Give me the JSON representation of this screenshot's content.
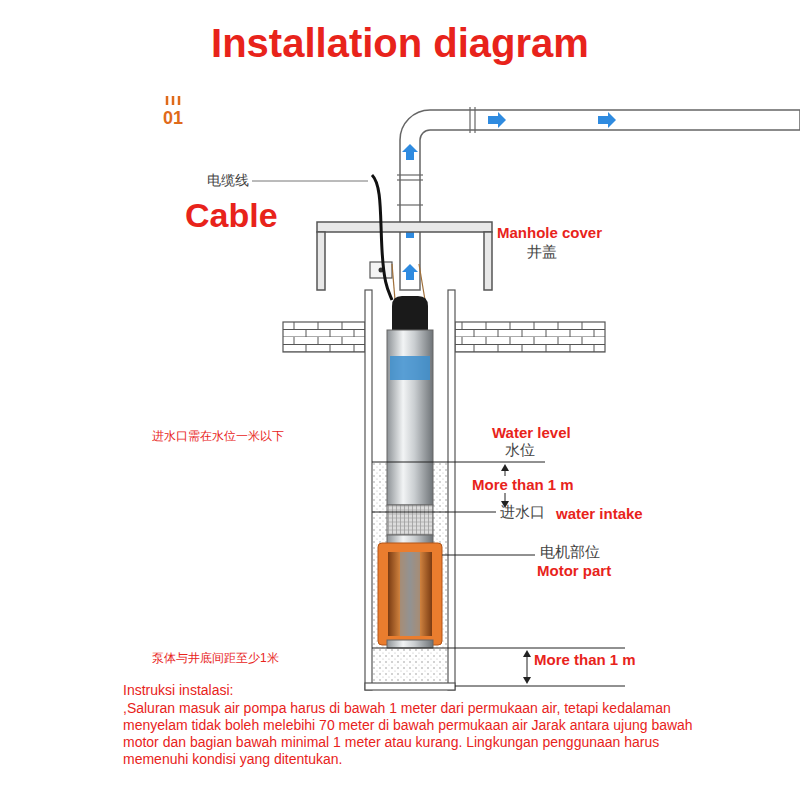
{
  "diagram": {
    "title": "Installation diagram",
    "labels": [
      "01",
      "电缆线",
      "Cable",
      "Manhole cover",
      "井盖",
      "进水口需在水位一米以下",
      "Water level",
      "水位",
      "More than 1 m",
      "进水口",
      "water intake",
      "电机部位",
      "Motor part",
      "泵体与井底间距至少1米",
      "More than 1 m",
      "Instruksi instalasi:",
      ",Saluran masuk air pompa harus di bawah 1 meter dari permukaan air, tetapi kedalaman menyelam tidak boleh melebihi 70 meter di bawah permukaan air Jarak antara ujung bawah motor dan bagian bawah minimal 1 meter atau kurang. Lingkungan penggunaan harus memenuhi kondisi yang ditentukan."
    ]
  }
}
